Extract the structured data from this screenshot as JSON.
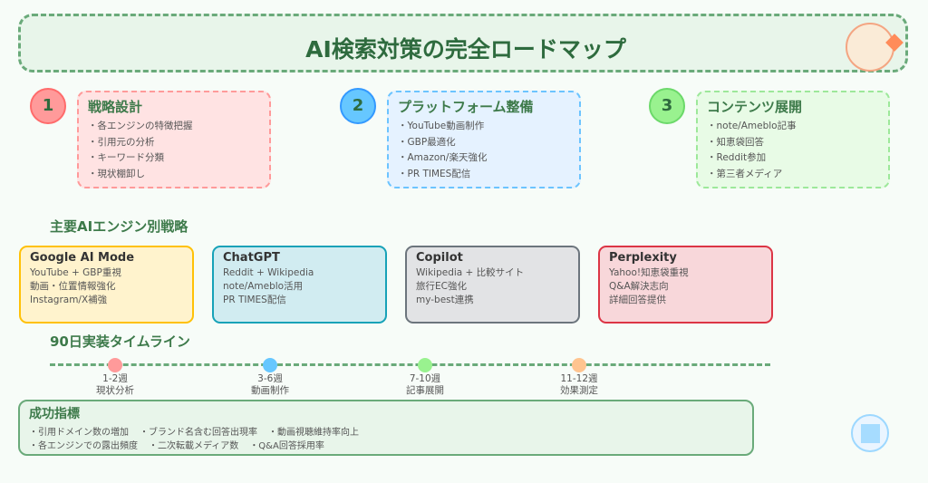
{
  "title": "AI検索対策の完全ロードマップ",
  "steps": [
    {
      "number": "1",
      "heading": "戦略設計",
      "items": [
        "・各エンジンの特徴把握",
        "・引用元の分析",
        "・キーワード分類",
        "・現状棚卸し"
      ],
      "fill": "#ffe3e3",
      "border": "#ff9a9a",
      "circle": "#ff9a9a",
      "circle_border": "#ff6b6b"
    },
    {
      "number": "2",
      "heading": "プラットフォーム整備",
      "items": [
        "・YouTube動画制作",
        "・GBP最適化",
        "・Amazon/楽天強化",
        "・PR TIMES配信"
      ],
      "fill": "#e5f2ff",
      "border": "#6cc4ff",
      "circle": "#66c7ff",
      "circle_border": "#3399ff"
    },
    {
      "number": "3",
      "heading": "コンテンツ展開",
      "items": [
        "・note/Ameblo記事",
        "・知恵袋回答",
        "・Reddit参加",
        "・第三者メディア"
      ],
      "fill": "#e8fbe6",
      "border": "#9de89a",
      "circle": "#99f28f",
      "circle_border": "#6cd96a"
    }
  ],
  "engines_heading": "主要AIエンジン別戦略",
  "engines": [
    {
      "name": "Google AI Mode",
      "lines": [
        "YouTube + GBP重視",
        "動画・位置情報強化",
        "Instagram/X補強"
      ],
      "fill": "#fff3cd",
      "border": "#ffc107"
    },
    {
      "name": "ChatGPT",
      "lines": [
        "Reddit + Wikipedia",
        "note/Ameblo活用",
        "PR TIMES配信"
      ],
      "fill": "#d1ecf1",
      "border": "#17a2b8"
    },
    {
      "name": "Copilot",
      "lines": [
        "Wikipedia + 比較サイト",
        "旅行EC強化",
        "my-best連携"
      ],
      "fill": "#e2e3e5",
      "border": "#6c757d"
    },
    {
      "name": "Perplexity",
      "lines": [
        "Yahoo!知恵袋重視",
        "Q&A解決志向",
        "詳細回答提供"
      ],
      "fill": "#f8d7da",
      "border": "#dc3545"
    }
  ],
  "timeline_heading": "90日実装タイムライン",
  "timeline": [
    {
      "weeks": "1-2週",
      "task": "現状分析",
      "color": "#ff9a9a"
    },
    {
      "weeks": "3-6週",
      "task": "動画制作",
      "color": "#66c7ff"
    },
    {
      "weeks": "7-10週",
      "task": "記事展開",
      "color": "#99f28f"
    },
    {
      "weeks": "11-12週",
      "task": "効果測定",
      "color": "#ffc48f"
    }
  ],
  "success": {
    "heading": "成功指標",
    "row1": [
      "・引用ドメイン数の増加",
      "・ブランド名含む回答出現率",
      "・動画視聴維持率向上"
    ],
    "row2": [
      "・各エンジンでの露出頻度",
      "・二次転載メディア数",
      "・Q&A回答採用率"
    ]
  }
}
